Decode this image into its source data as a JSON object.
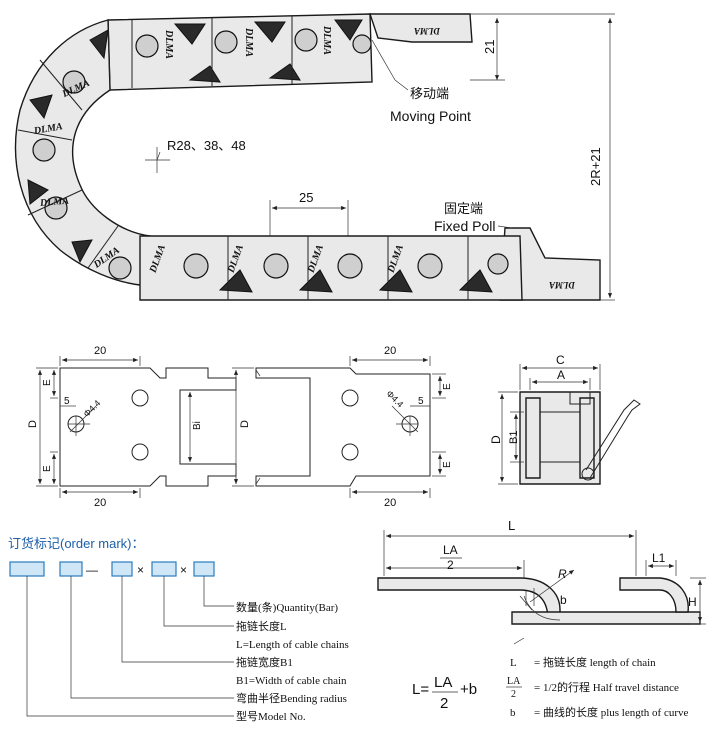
{
  "brand": "DLMA",
  "top_view": {
    "dim_21": "21",
    "dim_2r": "2R+21",
    "dim_25": "25",
    "radius": "R28、38、48",
    "moving_cn": "移动端",
    "moving_en": "Moving Point",
    "fixed_cn": "固定端",
    "fixed_en": "Fixed Poll"
  },
  "side_views": {
    "dim_20": "20",
    "dim_5": "5",
    "phi": "Φ4.4",
    "d": "D",
    "e": "E",
    "bi": "Bi",
    "c": "C",
    "a": "A",
    "b1": "B1"
  },
  "order": {
    "title": "订货标记(order mark)：",
    "sep_dash": "—",
    "sep_x": "×",
    "items": [
      "数量(条)Quantity(Bar)",
      "拖链长度L",
      "L=Length of cable chains",
      "拖链宽度B1",
      "B1=Width of cable chain",
      "弯曲半径Bending radius",
      "型号Model No."
    ]
  },
  "travel": {
    "l": "L",
    "la": "LA",
    "two": "2",
    "l1": "L1",
    "r": "R",
    "b": "b",
    "h": "H",
    "formula_left": "L=",
    "formula_right": "+b",
    "legend": [
      {
        "sym": "L",
        "eq": "=",
        "text": "= 拖链长度  length of chain"
      },
      {
        "sym": "LA/2",
        "eq": "=",
        "text": "= 1/2的行程  Half travel distance"
      },
      {
        "sym": "b",
        "eq": "=",
        "text": "= 曲线的长度  plus length of curve"
      }
    ]
  }
}
